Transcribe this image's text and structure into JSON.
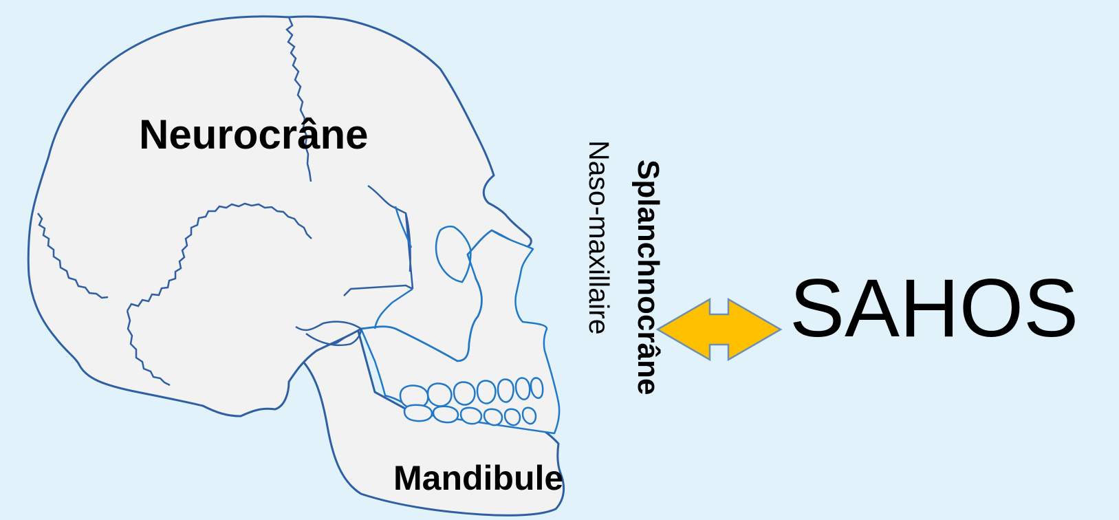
{
  "diagram": {
    "labels": {
      "neurocrane": "Neurocrâne",
      "splanchnocrane": "Splanchnocrâne",
      "naso_maxillaire": "Naso-maxillaire",
      "mandibule": "Mandibule",
      "sahos": "SAHOS"
    },
    "colors": {
      "background": "#e1f2fa",
      "skull_fill": "#f2f2f2",
      "skull_outline": "#2e5fa3",
      "face_outline": "#1f78c8",
      "arrow_fill": "#ffc000",
      "arrow_stroke": "#6d8fb3"
    },
    "icons": [
      "skull-illustration",
      "double-arrow-icon"
    ]
  }
}
